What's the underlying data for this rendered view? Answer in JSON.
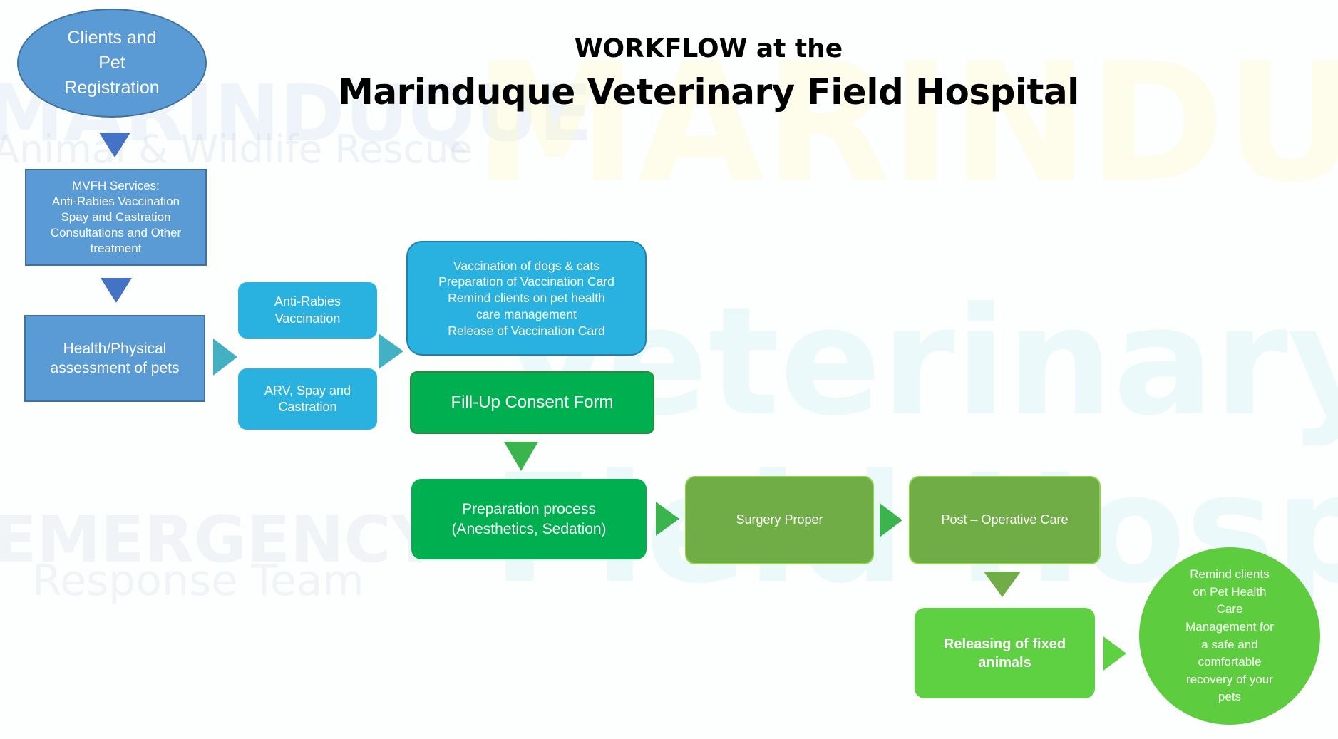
{
  "title": {
    "line1": "WORKFLOW at the",
    "line2": "Marinduque Veterinary Field Hospital"
  },
  "watermark": {
    "marinduque_top": "MARINDUQUE",
    "animal_rescue": "Animal & Wildlife Rescue",
    "marinduque_big": "MARINDUQUE",
    "veterinary": "Veterinary",
    "hospital": "Field Hospital",
    "emergency": "EMERGENCY",
    "response": "Response Team"
  },
  "nodes": {
    "registration": "Clients and\nPet\nRegistration",
    "services": "MVFH Services:\nAnti-Rabies Vaccination\nSpay and Castration\nConsultations and Other\ntreatment",
    "assessment": "Health/Physical\nassessment of pets",
    "anti_rabies": "Anti-Rabies\nVaccination",
    "arv_spay": "ARV, Spay and\nCastration",
    "vaccination": "Vaccination of dogs & cats\nPreparation of Vaccination Card\nRemind clients on pet health\ncare management\nRelease of Vaccination Card",
    "consent": "Fill-Up Consent Form",
    "preparation": "Preparation process\n(Anesthetics, Sedation)",
    "surgery": "Surgery Proper",
    "post_op": "Post – Operative Care",
    "releasing": "Releasing of fixed\nanimals",
    "remind": "Remind clients\non Pet Health\nCare\nManagement for\na safe and\ncomfortable\nrecovery of your\npets"
  },
  "colors": {
    "blue_node": "#5b9bd5",
    "blue_arrow": "#4472c4",
    "cyan_node": "#29b1e0",
    "teal_arrow": "#44b0c4",
    "consent_green": "#00b050",
    "surgery_green": "#70ad47",
    "light_green": "#5ed142",
    "green_arrow": "#3cb44e"
  }
}
